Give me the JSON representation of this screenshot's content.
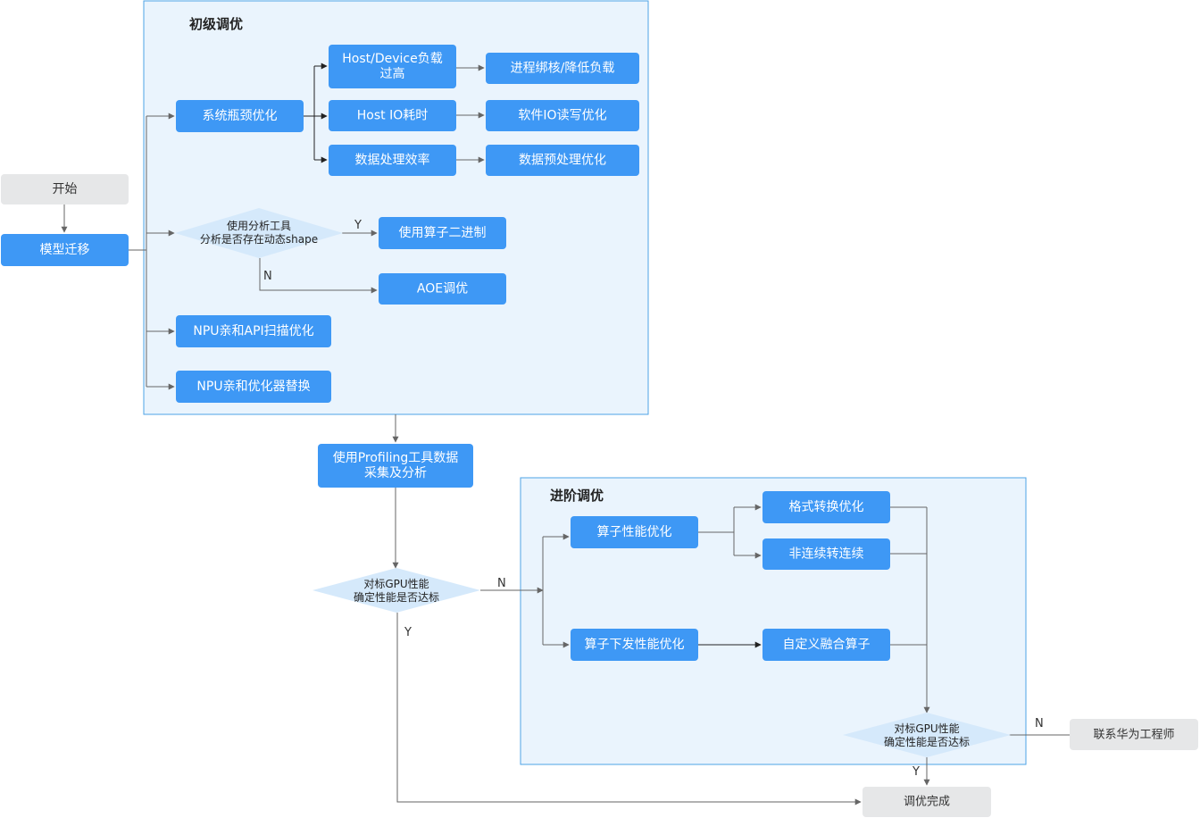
{
  "colors": {
    "node_blue": "#3e98f5",
    "node_gray": "#e6e7e8",
    "decision_fill": "#d5e9fb",
    "group_fill": "#eaf4fd",
    "group_stroke": "#4ea3e6",
    "line": "#666666",
    "text_dark": "#333333",
    "text_light": "#ffffff"
  },
  "groups": {
    "basic": {
      "title": "初级调优"
    },
    "advanced": {
      "title": "进阶调优"
    }
  },
  "nodes": {
    "start": "开始",
    "model_migration": "模型迁移",
    "sys_bottleneck": "系统瓶颈优化",
    "host_device_load": [
      "Host/Device负载",
      "过高"
    ],
    "host_io": "Host IO耗时",
    "data_efficiency": "数据处理效率",
    "proc_bind": "进程绑核/降低负载",
    "soft_io": "软件IO读写优化",
    "data_pre": "数据预处理优化",
    "dynamic_shape_decision": [
      "使用分析工具",
      "分析是否存在动态shape"
    ],
    "operator_binary": "使用算子二进制",
    "aoe": "AOE调优",
    "npu_api": "NPU亲和API扫描优化",
    "npu_optimizer": "NPU亲和优化器替换",
    "profiling": [
      "使用Profiling工具数据",
      "采集及分析"
    ],
    "gpu_decision_1": [
      "对标GPU性能",
      "确定性能是否达标"
    ],
    "op_perf": "算子性能优化",
    "op_dispatch": "算子下发性能优化",
    "format_conv": "格式转换优化",
    "noncontig": "非连续转连续",
    "custom_fusion": "自定义融合算子",
    "gpu_decision_2": [
      "对标GPU性能",
      "确定性能是否达标"
    ],
    "contact_huawei": "联系华为工程师",
    "done": "调优完成"
  },
  "edge_labels": {
    "shape_yes": "Y",
    "shape_no": "N",
    "gpu1_no": "N",
    "gpu1_yes": "Y",
    "gpu2_no": "N",
    "gpu2_yes": "Y"
  }
}
